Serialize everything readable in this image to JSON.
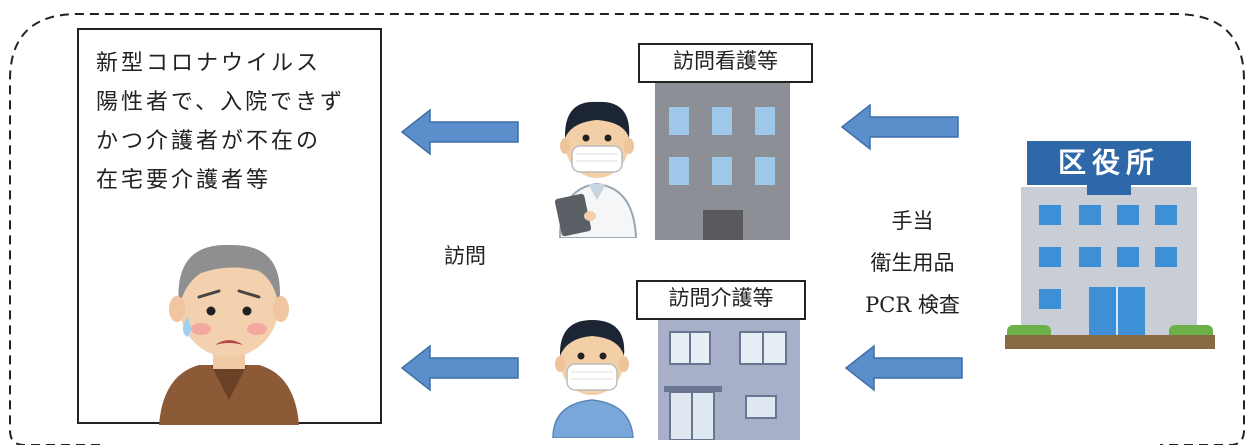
{
  "patient": {
    "lines": [
      "新型コロナウイルス",
      "陽性者で、入院できず",
      "かつ介護者が不在の",
      "在宅要介護者等"
    ]
  },
  "nursing_label": "訪問看護等",
  "care_label": "訪問介護等",
  "visit_label": "訪問",
  "office_sign": "区役所",
  "support_items": [
    "手当",
    "衛生用品",
    "PCR 検査"
  ],
  "colors": {
    "arrow": "#5b8fcc",
    "arrow_edge": "#3e6fa8",
    "frame": "#222222"
  }
}
